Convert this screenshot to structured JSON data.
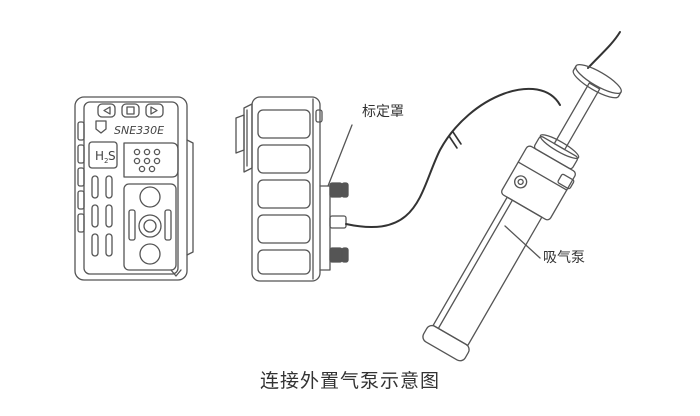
{
  "device": {
    "model_label": "SNE330E",
    "gas_label_main": "H",
    "gas_label_sub": "2",
    "gas_label_tail": "S"
  },
  "labels": {
    "calibration_cover": "标定罩",
    "suction_pump": "吸气泵"
  },
  "caption": "连接外置气泵示意图"
}
